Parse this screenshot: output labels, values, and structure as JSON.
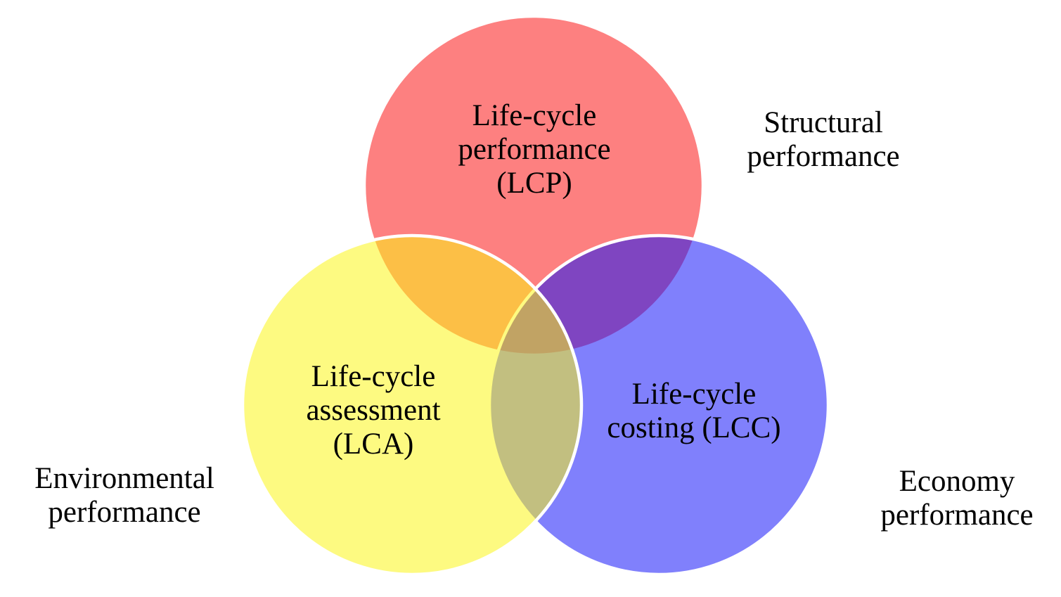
{
  "venn": {
    "background_color": "#FFFFFF",
    "stroke_color": "#FFFFFF",
    "text_color": "#000000",
    "circles": [
      {
        "id": "lcp",
        "label": "Life-cycle\nperformance\n(LCP)",
        "fill": "rgba(251,17,17,0.535)",
        "apparent_color": "#FD8080",
        "outside_label": "Structural\nperformance"
      },
      {
        "id": "lcc",
        "label": "Life-cycle\ncosting (LCC)",
        "fill": "rgba(16,16,249,0.535)",
        "apparent_color": "#7F7FFC",
        "outside_label": "Economy\nperformance"
      },
      {
        "id": "lca",
        "label": "Life-cycle\nassessment\n(LCA)",
        "fill": "rgba(251,246,18,0.535)",
        "apparent_color": "#FAFA80",
        "outside_label": "Environmental\nperformance"
      }
    ],
    "overlap_colors": {
      "lcp_lca": "#FDBE42",
      "lcp_lcc": "#833EBE",
      "lca_lcc": "#BEBC7A",
      "lcp_lca_lcc": "#C29E5E"
    }
  }
}
